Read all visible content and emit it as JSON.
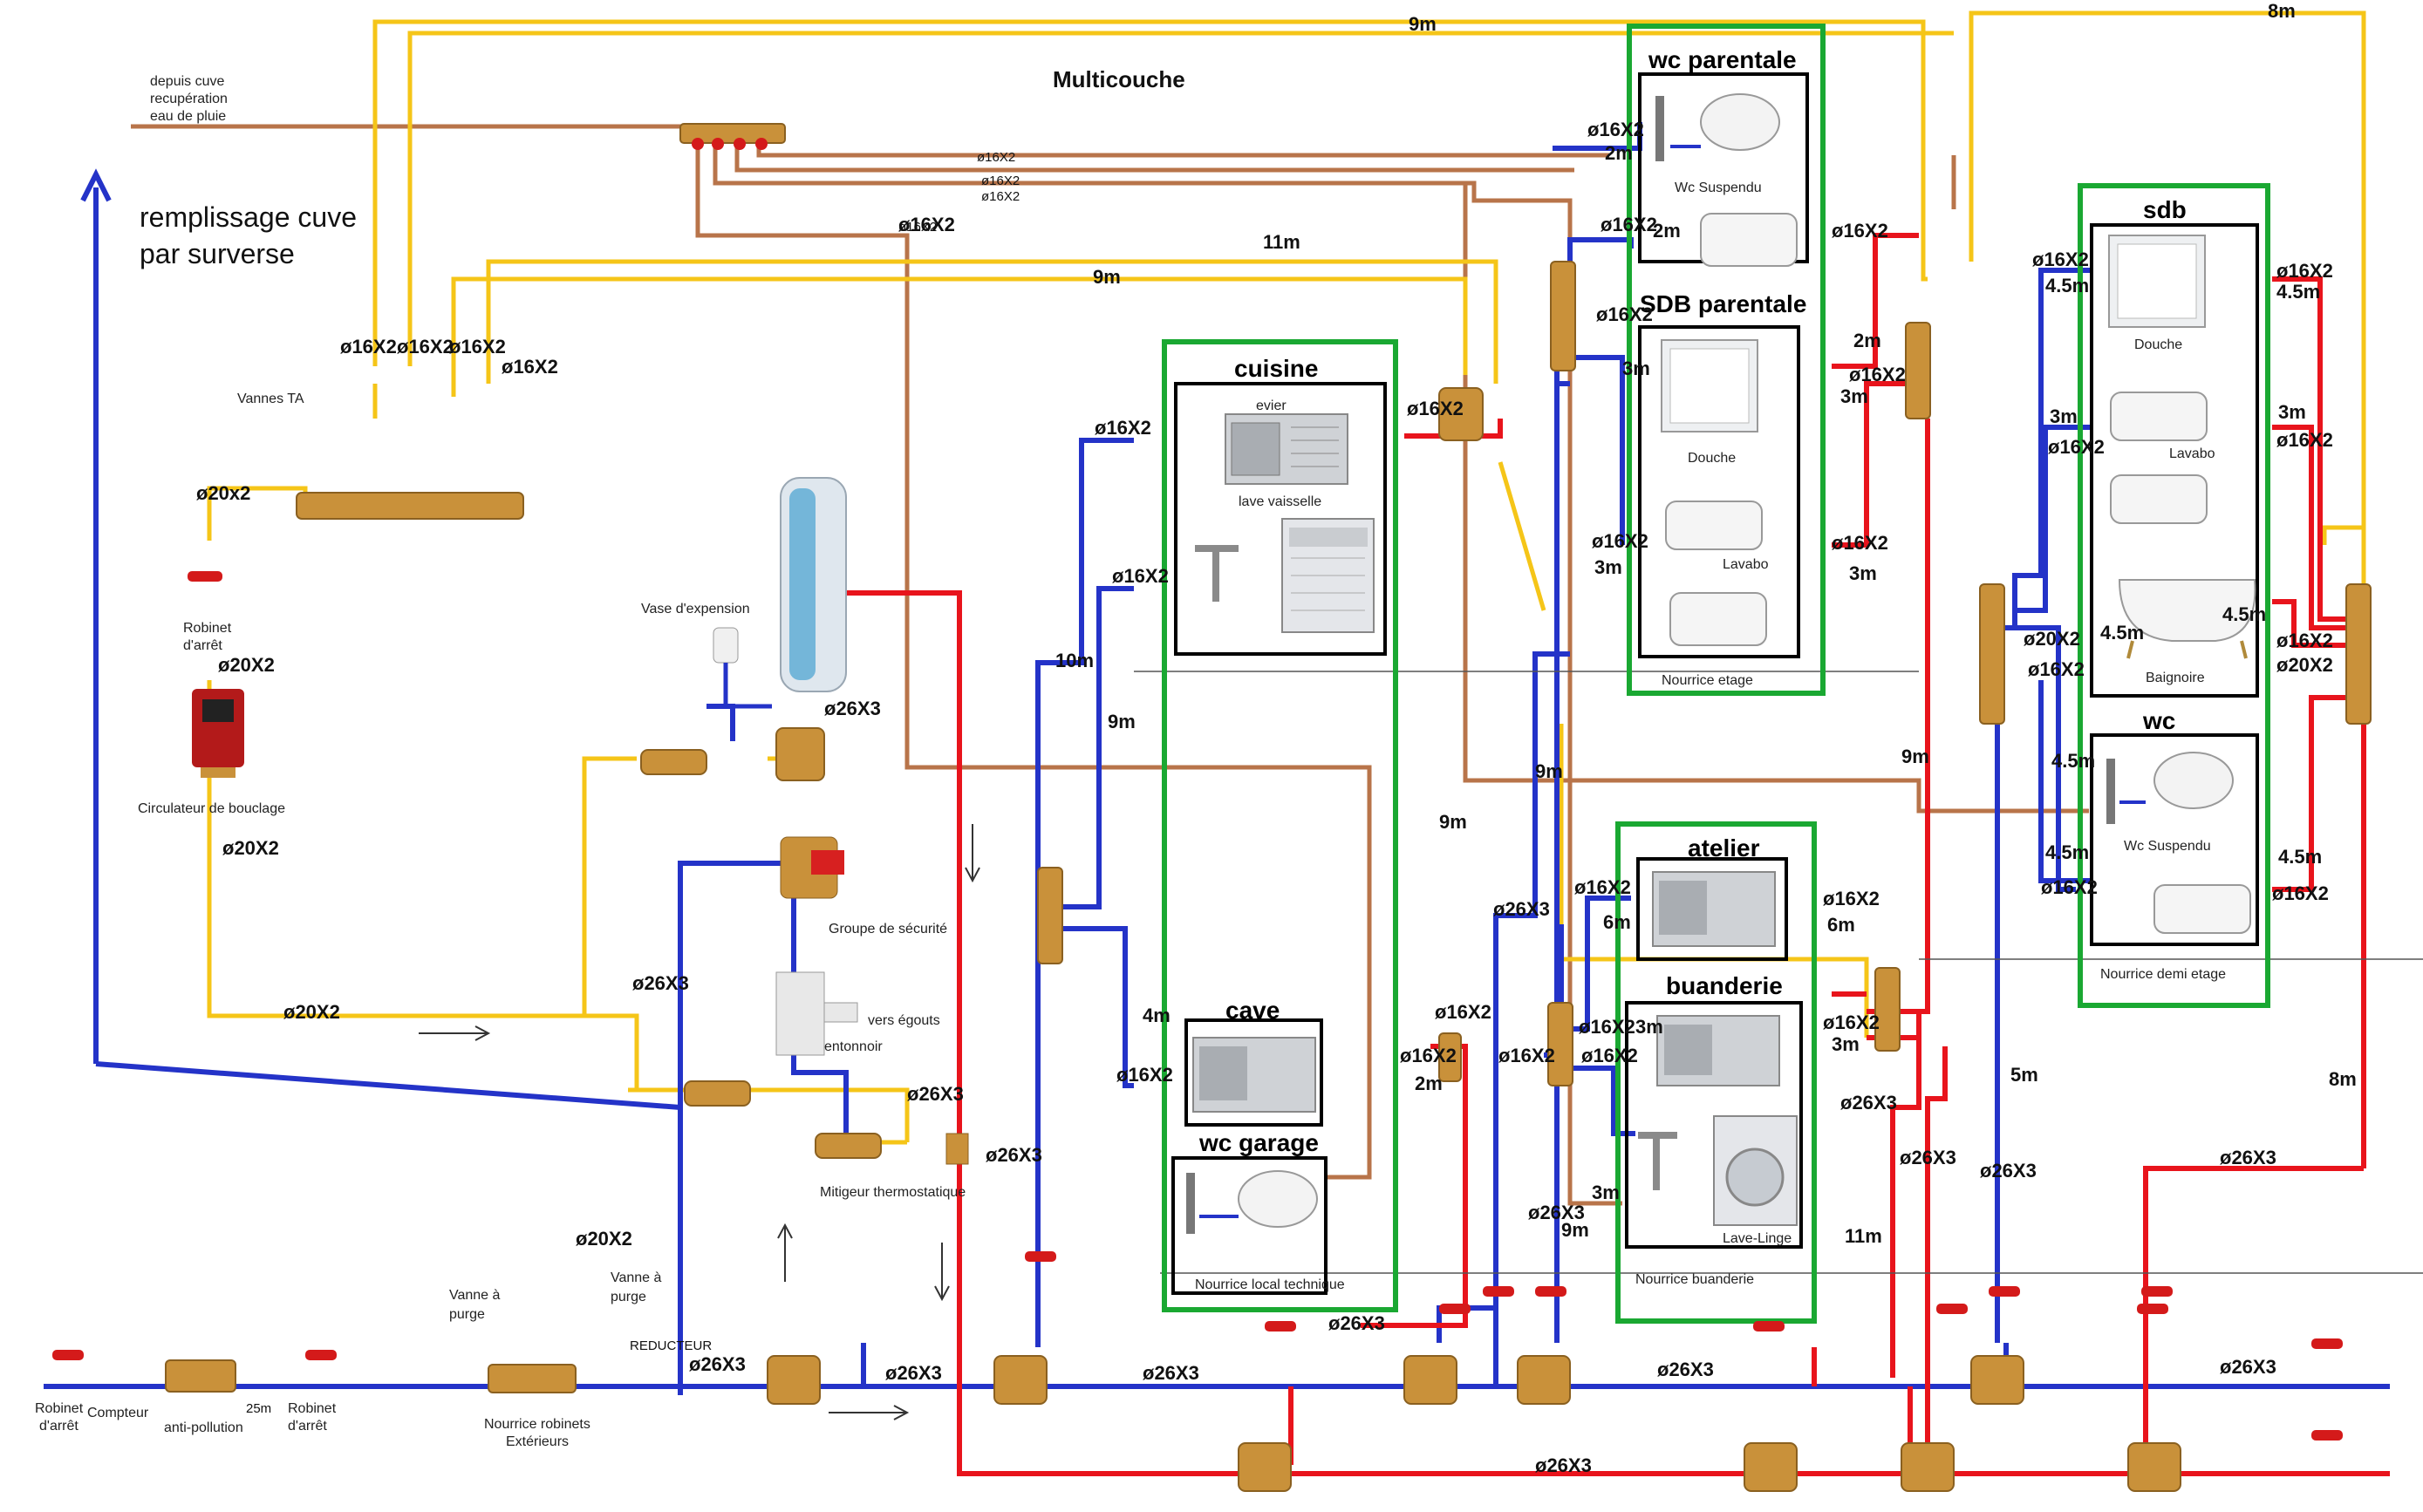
{
  "title": "Multicouche",
  "rain_source": [
    "depuis cuve",
    "recupération",
    "eau de pluie"
  ],
  "overflow_note": [
    "remplissage cuve",
    "par surverse"
  ],
  "colors": {
    "cold": "#2433c8",
    "hot": "#e8141c",
    "loop": "#f5c518",
    "rain": "#b8744a",
    "room_group": "#1aa832",
    "brass": "#c9913a"
  },
  "rooms": [
    {
      "title": "cuisine",
      "fixtures": [
        "evier",
        "lave vaisselle"
      ]
    },
    {
      "title": "cave",
      "fixtures": []
    },
    {
      "title": "wc garage",
      "fixtures": []
    },
    {
      "title": "wc parentale",
      "fixtures": [
        "Wc Suspendu"
      ]
    },
    {
      "title": "SDB parentale",
      "fixtures": [
        "Douche",
        "Lavabo"
      ]
    },
    {
      "title": "atelier",
      "fixtures": []
    },
    {
      "title": "buanderie",
      "fixtures": [
        "Lave-Linge"
      ]
    },
    {
      "title": "sdb",
      "fixtures": [
        "Douche",
        "Lavabo",
        "Baignoire"
      ]
    },
    {
      "title": "wc",
      "fixtures": [
        "Wc Suspendu"
      ]
    }
  ],
  "group_labels": [
    "Nourrice local technique",
    "Nourrice etage",
    "Nourrice buanderie",
    "Nourrice demi etage"
  ],
  "devices": {
    "vannes_ta": "Vannes TA",
    "robinet_arret_1": [
      "Robinet",
      "d'arrêt"
    ],
    "circulateur": "Circulateur de bouclage",
    "vase": "Vase d'expension",
    "groupe_securite": "Groupe de sécurité",
    "vers_egouts": "vers égouts",
    "entonnoir": "entonnoir",
    "mitigeur": "Mitigeur thermostatique",
    "vanne_purge_1": [
      "Vanne à",
      "purge"
    ],
    "vanne_purge_2": [
      "Vanne à",
      "purge"
    ],
    "nourrice_ext": [
      "Nourrice robinets",
      "Extérieurs"
    ],
    "reducteur": "REDUCTEUR",
    "robinet_arret_in": [
      "Robinet",
      "d'arrêt"
    ],
    "compteur": "Compteur",
    "anti_pollution": "anti-pollution",
    "robinet_arret_2": [
      "Robinet",
      "d'arrêt"
    ],
    "dist_25m": "25m"
  },
  "labels": {
    "d16_a": "ø16X2",
    "d16_b": "ø16X2",
    "d16_c": "ø16X2",
    "d16_d": "ø16X2",
    "d16x2_1": "ø16X2",
    "d16x2_2": "ø16X2",
    "d16x2_3": "ø16X2",
    "d16x2_4": "ø16X2",
    "d20_1": "ø20x2",
    "d20_2": "ø20X2",
    "d20_3": "ø20X2",
    "d20_4": "ø20X2",
    "d20_5": "ø20X2",
    "d26_1": "ø26X3",
    "d26_2": "ø26X3",
    "d26_3": "ø26X3",
    "d26_4": "ø26X3",
    "d26_5": "ø26X3",
    "d26_6": "ø26X3",
    "d26_7": "ø26X3",
    "d26_8": "ø26X3",
    "d26_9": "ø26X3",
    "d26_10": "ø26X3",
    "d26_11": "ø26X3",
    "d26_12": "ø26X3",
    "d26_13": "ø26X3",
    "d26_14": "ø26X3",
    "d26_15": "ø26X3",
    "d26_16": "ø26X3",
    "d26_17": "ø26X3",
    "k1": "ø16X2",
    "k2": "ø16X2",
    "k3": "ø16X2",
    "k4": "ø16X2",
    "k5": "ø16X2",
    "k6": "ø16X2",
    "k7": "ø16X2",
    "e1": "ø16X2",
    "e2": "ø16X2",
    "e3": "ø16X2",
    "e4": "ø16X2",
    "e5": "ø16X2",
    "e6": "ø16X2",
    "b1": "ø16X2",
    "b2": "ø16X2",
    "b3": "ø16X2",
    "b4": "ø16X2",
    "b5": "ø16X2",
    "b6": "ø16X2",
    "s1": "ø16X2",
    "s2": "ø16X2",
    "s3": "ø16X2",
    "s4": "ø16X2",
    "s5": "ø16X2",
    "s6": "ø16X2",
    "s7": "ø16X2",
    "s8": "ø16X2",
    "s9": "ø20X2",
    "s10": "ø20X2",
    "s11": "ø16X2",
    "m_9m_top": "9m",
    "m_8m_top": "8m",
    "m_11m": "11m",
    "m_9m_mid": "9m",
    "m_2m_a": "2m",
    "m_2m_b": "2m",
    "m_3m_a": "3m",
    "m_3m_b": "3m",
    "m_2m_c": "2m",
    "m_3m_c": "3m",
    "m_3m_d": "3m",
    "m_10m": "10m",
    "m_9m_k": "9m",
    "m_4m": "4m",
    "m_2m_k": "2m",
    "m_9m_a": "9m",
    "m_9m_b": "9m",
    "m_6m_a": "6m",
    "m_6m_b": "6m",
    "m_3m_e": "3m",
    "m_3m_f": "3m",
    "m_3m_g": "3m",
    "m_9m_c": "9m",
    "m_11m_b": "11m",
    "m_45_a": "4.5m",
    "m_45_b": "4.5m",
    "m_3m_h": "3m",
    "m_3m_i": "3m",
    "m_45_c": "4.5m",
    "m_45_d": "4.5m",
    "m_45_e": "4.5m",
    "m_45_f": "4.5m",
    "m_45_g": "4.5m",
    "m_5m": "5m",
    "m_8m": "8m",
    "m_9m_d": "9m"
  }
}
